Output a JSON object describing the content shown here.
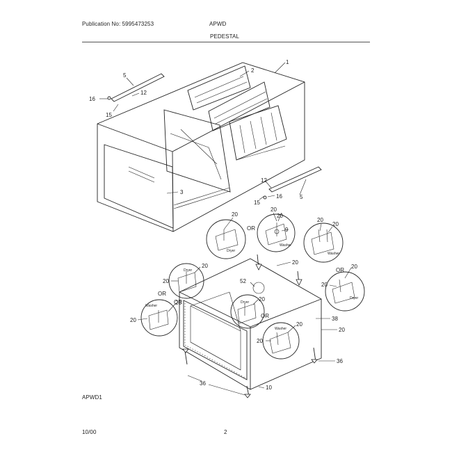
{
  "header": {
    "publication": "Publication No: 5995473253",
    "model": "APWD",
    "section_title": "PEDESTAL"
  },
  "footer": {
    "diagram_code": "APWD1",
    "date": "10/00",
    "page_number": "2"
  },
  "callouts": {
    "c1": "1",
    "c2": "2",
    "c3": "3",
    "c5a": "5",
    "c5b": "5",
    "c9": "9",
    "c10": "10",
    "c12a": "12",
    "c12b": "12",
    "c15a": "15",
    "c15b": "15",
    "c16a": "16",
    "c16b": "16",
    "c20_1": "20",
    "c20_2": "20",
    "c20_3": "20",
    "c20_4": "20",
    "c20_5": "20",
    "c20_6": "20",
    "c20_7": "20",
    "c20_8": "20",
    "c20_9": "20",
    "c20_10": "20",
    "c20_11": "20",
    "c20_12": "20",
    "c20_13": "20",
    "c20_14": "20",
    "c20_15": "20",
    "c20_16": "20",
    "c36a": "36",
    "c36b": "36",
    "c38": "38",
    "c52": "52",
    "or1": "OR",
    "or2": "OR",
    "or3": "OR",
    "or4": "OR",
    "or5": "OR"
  },
  "detail_labels": {
    "dryer1": "Dryer",
    "washer1": "Washer",
    "dryer2": "Dryer",
    "washer2": "Washer",
    "dryer3": "Dryer",
    "dryer4": "Dryer",
    "washer3": "Washer",
    "washer4": "Washer"
  }
}
